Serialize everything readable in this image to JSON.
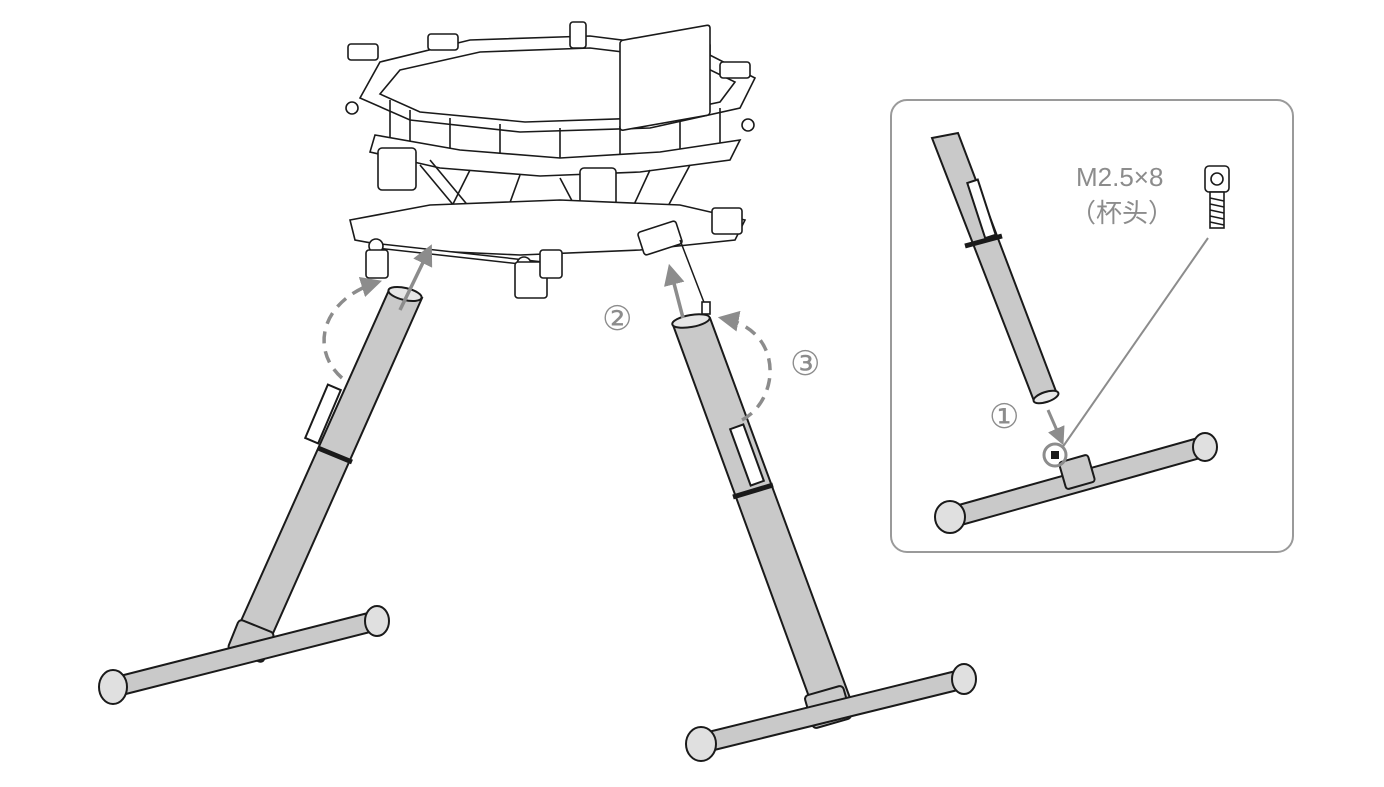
{
  "steps": {
    "step1": "①",
    "step2": "②",
    "step3": "③"
  },
  "screw": {
    "spec": "M2.5×8",
    "type": "（杯头）"
  },
  "colors": {
    "tube_fill": "#c9c9c9",
    "line": "#1a1a1a",
    "arrow": "#8c8c8c",
    "inset_border": "#9a9a9a"
  }
}
